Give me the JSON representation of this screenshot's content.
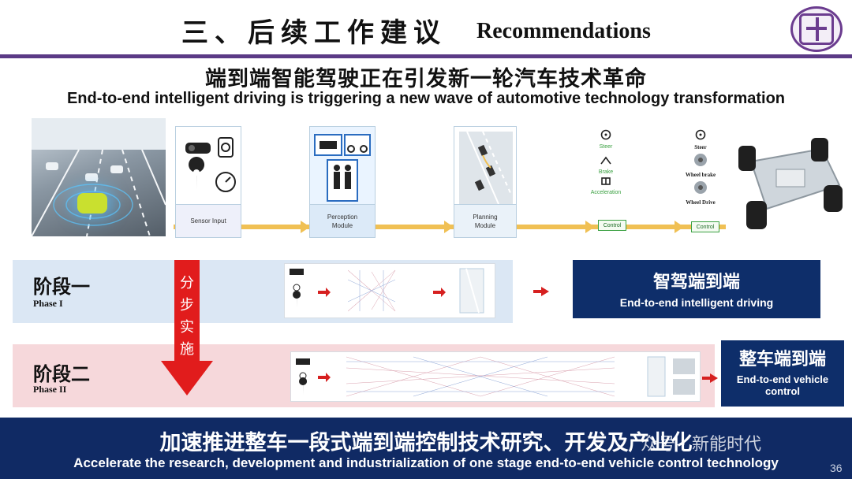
{
  "header": {
    "title_cn": "三、后续工作建议",
    "title_en": "Recommendations"
  },
  "subtitle": {
    "cn": "端到端智能驾驶正在引发新一轮汽车技术革命",
    "en": "End-to-end intelligent driving is triggering a new wave of automotive technology transformation"
  },
  "pipeline": {
    "sensor_label": "Sensor Input",
    "perception_label": "Perception Module",
    "planning_label": "Planning Module",
    "control_stage_1": {
      "steer": "Steer",
      "brake": "Brake",
      "acceleration": "Acceleration",
      "control": "Control"
    },
    "control_stage_2": {
      "steer": "Steer",
      "wheel_brake": "Wheel brake",
      "wheel_drive": "Wheel Drive",
      "control": "Control"
    }
  },
  "phase1": {
    "cn": "阶段一",
    "en": "Phase I",
    "result_cn": "智驾端到端",
    "result_en": "End-to-end intelligent driving"
  },
  "phase2": {
    "cn": "阶段二",
    "en": "Phase II",
    "result_cn": "整车端到端",
    "result_en": "End-to-end vehicle control"
  },
  "staged_label": [
    "分",
    "步",
    "实",
    "施"
  ],
  "banner": {
    "cn": "加速推进整车一段式端到端控制技术研究、开发及产业化",
    "en": "Accelerate the research, development and industrialization of one stage end-to-end vehicle control technology"
  },
  "watermark": "众号 · 新能时代",
  "page_number": "36",
  "colors": {
    "accent_purple": "#5b3a86",
    "navy": "#0e2e6a",
    "phase1_bg": "#dbe7f4",
    "phase2_bg": "#f6d8db",
    "red": "#e11c1c",
    "pipe": "#f0c054"
  }
}
